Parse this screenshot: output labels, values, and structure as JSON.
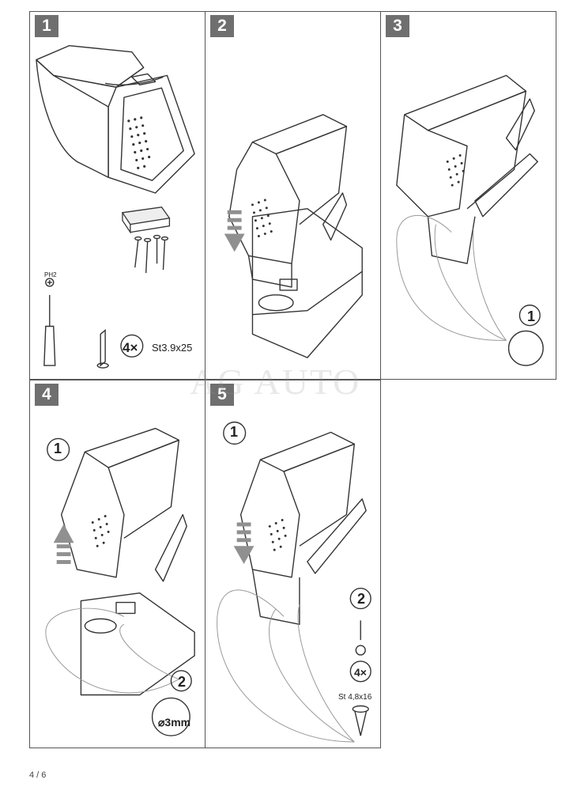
{
  "watermark": "AG AUTO",
  "page_number": "4 / 6",
  "steps": [
    {
      "number": "1",
      "tool_label": "PH2",
      "screw_count": "4×",
      "screw_spec": "St3.9x25"
    },
    {
      "number": "2"
    },
    {
      "number": "3",
      "callout_1": "1"
    },
    {
      "number": "4",
      "callout_1": "1",
      "callout_2": "2",
      "drill_label": "⌀3mm"
    },
    {
      "number": "5",
      "callout_1": "1",
      "callout_2": "2",
      "screw_count": "4×",
      "screw_spec": "St 4,8x16"
    }
  ],
  "colors": {
    "badge": "#6f6f6f",
    "line": "#333333",
    "arrow": "#909090"
  }
}
